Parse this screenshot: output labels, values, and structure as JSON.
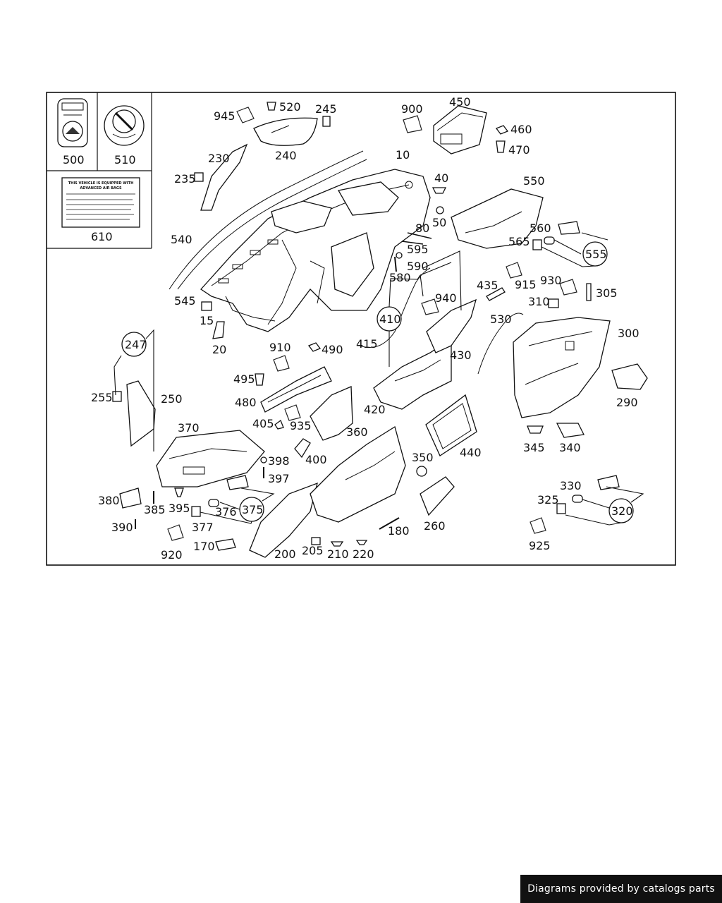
{
  "labels": {
    "l10": "10",
    "l15": "15",
    "l20": "20",
    "l40": "40",
    "l50": "50",
    "l80": "80",
    "l170": "170",
    "l180": "180",
    "l200": "200",
    "l205": "205",
    "l210": "210",
    "l220": "220",
    "l230": "230",
    "l235": "235",
    "l240": "240",
    "l245": "245",
    "l247": "247",
    "l250": "250",
    "l255": "255",
    "l260": "260",
    "l290": "290",
    "l300": "300",
    "l305": "305",
    "l310": "310",
    "l320": "320",
    "l325": "325",
    "l330": "330",
    "l340": "340",
    "l345": "345",
    "l350": "350",
    "l360": "360",
    "l370": "370",
    "l375": "375",
    "l376": "376",
    "l377": "377",
    "l380": "380",
    "l385": "385",
    "l390": "390",
    "l395": "395",
    "l397": "397",
    "l398": "398",
    "l400": "400",
    "l405": "405",
    "l410": "410",
    "l415": "415",
    "l420": "420",
    "l430": "430",
    "l435": "435",
    "l440": "440",
    "l450": "450",
    "l460": "460",
    "l470": "470",
    "l480": "480",
    "l490": "490",
    "l495": "495",
    "l500": "500",
    "l510": "510",
    "l520": "520",
    "l530": "530",
    "l540": "540",
    "l545": "545",
    "l550": "550",
    "l555": "555",
    "l560": "560",
    "l565": "565",
    "l580": "580",
    "l590": "590",
    "l595": "595",
    "l610": "610",
    "l900": "900",
    "l910": "910",
    "l915": "915",
    "l920": "920",
    "l925": "925",
    "l930": "930",
    "l935": "935",
    "l940": "940",
    "l945": "945"
  },
  "warning_label": {
    "line1": "THIS VEHICLE IS EQUIPPED WITH",
    "line2": "ADVANCED AIR BAGS"
  },
  "footer": {
    "text": "Diagrams provided by catalogs parts"
  },
  "colors": {
    "footer_bg": "#111111",
    "line": "#111111",
    "background": "#ffffff"
  }
}
